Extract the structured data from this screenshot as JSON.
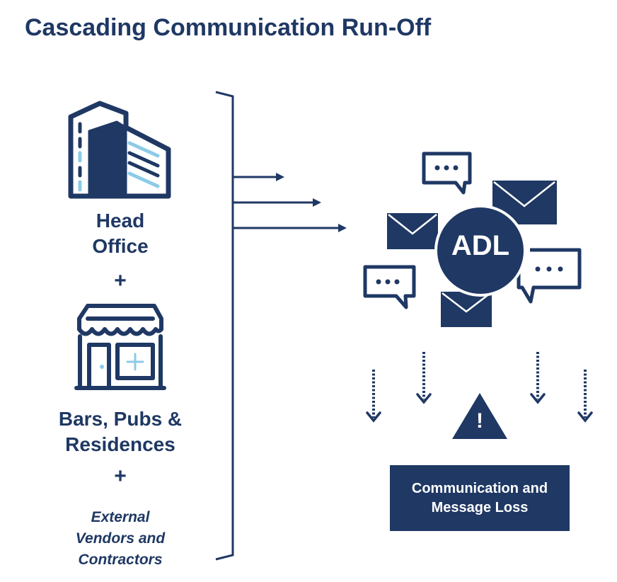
{
  "title": "Cascading Communication Run-Off",
  "sources": {
    "head_office": "Head Office",
    "plus": "+",
    "bars_pubs": "Bars, Pubs & Residences",
    "external": "External Vendors and Contractors"
  },
  "hub": {
    "label": "ADL"
  },
  "outcome": {
    "warning_symbol": "!",
    "label": "Communication and Message Loss"
  },
  "colors": {
    "navy": "#1f3864",
    "light_blue": "#8ccbe8",
    "background": "#ffffff"
  }
}
